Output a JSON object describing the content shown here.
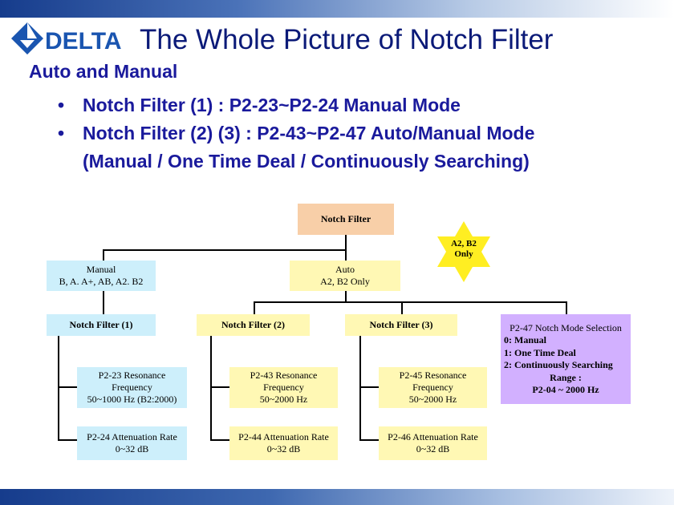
{
  "slide": {
    "brand": "DELTA",
    "title": "The Whole Picture of Notch Filter",
    "subtitle": "Auto and Manual",
    "bullets": [
      {
        "marker": "•",
        "text": "Notch Filter (1) :  P2-23~P2-24 Manual Mode"
      },
      {
        "marker": "•",
        "text": "Notch Filter (2) (3) : P2-43~P2-47 Auto/Manual Mode",
        "continuation": "(Manual / One Time Deal / Continuously Searching)"
      }
    ]
  },
  "diagram": {
    "root": "Notch Filter",
    "star": [
      "A2, B2",
      "Only"
    ],
    "manual": [
      "Manual",
      "B, A. A+, AB, A2. B2"
    ],
    "auto": [
      "Auto",
      "A2, B2 Only"
    ],
    "nf1": {
      "title": "Notch Filter (1)",
      "resonance": [
        "P2-23 Resonance",
        "Frequency",
        "50~1000 Hz (B2:2000)"
      ],
      "attenuation": [
        "P2-24 Attenuation Rate",
        "0~32 dB"
      ]
    },
    "nf2": {
      "title": "Notch Filter (2)",
      "resonance": [
        "P2-43 Resonance",
        "Frequency",
        "50~2000 Hz"
      ],
      "attenuation": [
        "P2-44 Attenuation Rate",
        "0~32 dB"
      ]
    },
    "nf3": {
      "title": "Notch Filter (3)",
      "resonance": [
        "P2-45 Resonance",
        "Frequency",
        "50~2000 Hz"
      ],
      "attenuation": [
        "P2-46 Attenuation Rate",
        "0~32 dB"
      ]
    },
    "mode_selection": [
      "P2-47 Notch Mode Selection",
      "0: Manual",
      "1: One Time Deal",
      "2: Continuously Searching",
      "Range :",
      "P2-04 ~ 2000 Hz"
    ]
  },
  "colors": {
    "title": "#0b1a78",
    "text": "#1a1a9c",
    "root_box": "#f8cfa8",
    "manual_box": "#cdeffb",
    "auto_box": "#fff8b4",
    "mode_box": "#d2b0ff",
    "star": "#ffee22"
  }
}
